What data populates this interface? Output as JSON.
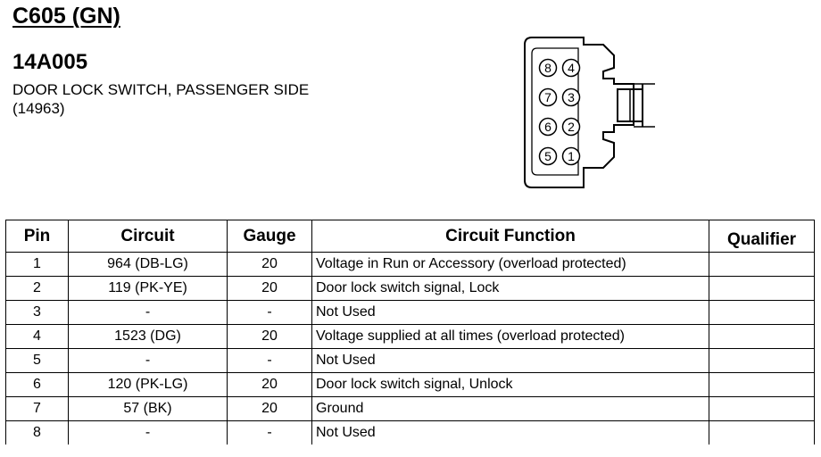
{
  "header": {
    "connector_id": "C605 (GN)",
    "part_number": "14A005",
    "description": "DOOR LOCK SWITCH, PASSENGER SIDE (14963)"
  },
  "diagram": {
    "pin_labels": [
      "8",
      "4",
      "7",
      "3",
      "6",
      "2",
      "5",
      "1"
    ]
  },
  "table": {
    "headers": {
      "pin": "Pin",
      "circuit": "Circuit",
      "gauge": "Gauge",
      "function": "Circuit Function",
      "qualifier": "Qualifier"
    },
    "rows": [
      {
        "pin": "1",
        "circuit": "964 (DB-LG)",
        "gauge": "20",
        "function": "Voltage in Run or Accessory (overload protected)",
        "qualifier": ""
      },
      {
        "pin": "2",
        "circuit": "119 (PK-YE)",
        "gauge": "20",
        "function": "Door lock switch signal, Lock",
        "qualifier": ""
      },
      {
        "pin": "3",
        "circuit": "-",
        "gauge": "-",
        "function": "Not Used",
        "qualifier": ""
      },
      {
        "pin": "4",
        "circuit": "1523 (DG)",
        "gauge": "20",
        "function": "Voltage supplied at all times (overload protected)",
        "qualifier": ""
      },
      {
        "pin": "5",
        "circuit": "-",
        "gauge": "-",
        "function": "Not Used",
        "qualifier": ""
      },
      {
        "pin": "6",
        "circuit": "120 (PK-LG)",
        "gauge": "20",
        "function": "Door lock switch signal, Unlock",
        "qualifier": ""
      },
      {
        "pin": "7",
        "circuit": "57 (BK)",
        "gauge": "20",
        "function": "Ground",
        "qualifier": ""
      },
      {
        "pin": "8",
        "circuit": "-",
        "gauge": "-",
        "function": "Not Used",
        "qualifier": ""
      }
    ]
  }
}
